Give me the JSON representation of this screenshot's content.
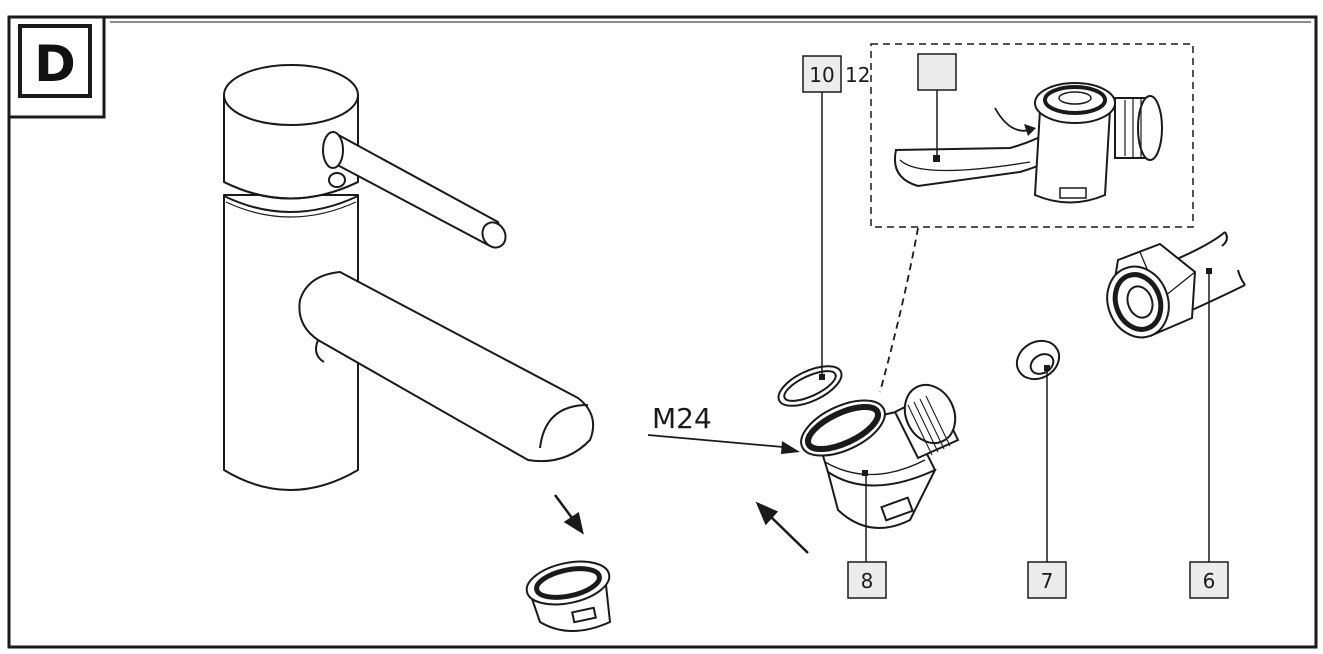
{
  "panel": {
    "letter": "D"
  },
  "thread_label": "M24",
  "callouts": {
    "part_10": "10",
    "part_12": "12",
    "part_8": "8",
    "part_7": "7",
    "part_6": "6"
  },
  "colors": {
    "line": "#1a1a1a",
    "label_box": "#ececec",
    "background": "#ffffff"
  }
}
